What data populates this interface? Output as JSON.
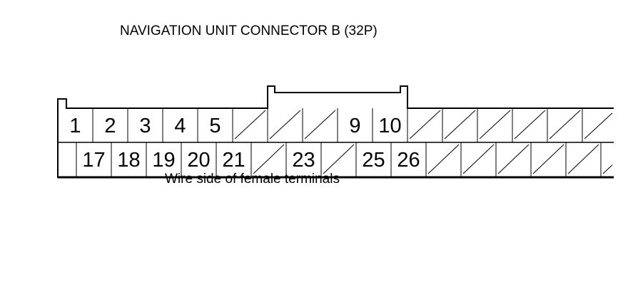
{
  "title": "NAVIGATION UNIT CONNECTOR B (32P)",
  "caption": "Wire side of female terminals",
  "colors": {
    "line": "#000000",
    "background": "#ffffff"
  },
  "rows": [
    {
      "name": "top-row",
      "cells": [
        "1",
        "2",
        "3",
        "4",
        "5",
        "",
        "",
        "",
        "9",
        "10",
        "",
        "",
        "",
        "",
        "",
        ""
      ]
    },
    {
      "name": "bottom-row",
      "cells": [
        "",
        "17",
        "18",
        "19",
        "20",
        "21",
        "",
        "23",
        "",
        "25",
        "26",
        "",
        "",
        "",
        "",
        "",
        ""
      ]
    }
  ]
}
